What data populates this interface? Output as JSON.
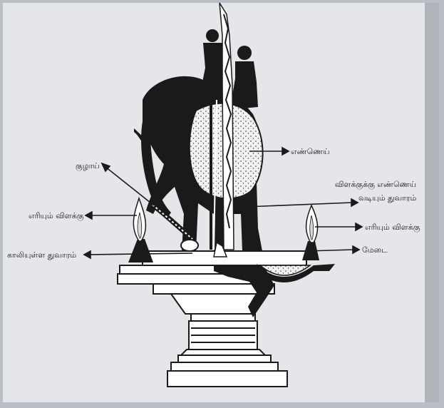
{
  "labels": {
    "ladle": "குழாய்",
    "oil": "எண்ணெய்",
    "oil_hole_line1": "விளக்குக்கு எண்ணெய்",
    "oil_hole_line2": "வடியும் துவாரம்",
    "burning_lamp_left": "எரியும் விளக்கு",
    "burning_lamp_right": "எரியும் விளக்கு",
    "air_hole": "காலியுள்ள துவாரம்",
    "platform": "மேடை"
  },
  "colors": {
    "page": "#e4e6ea",
    "ink": "#1a1a1a",
    "shadow": "#9aa0a8"
  }
}
